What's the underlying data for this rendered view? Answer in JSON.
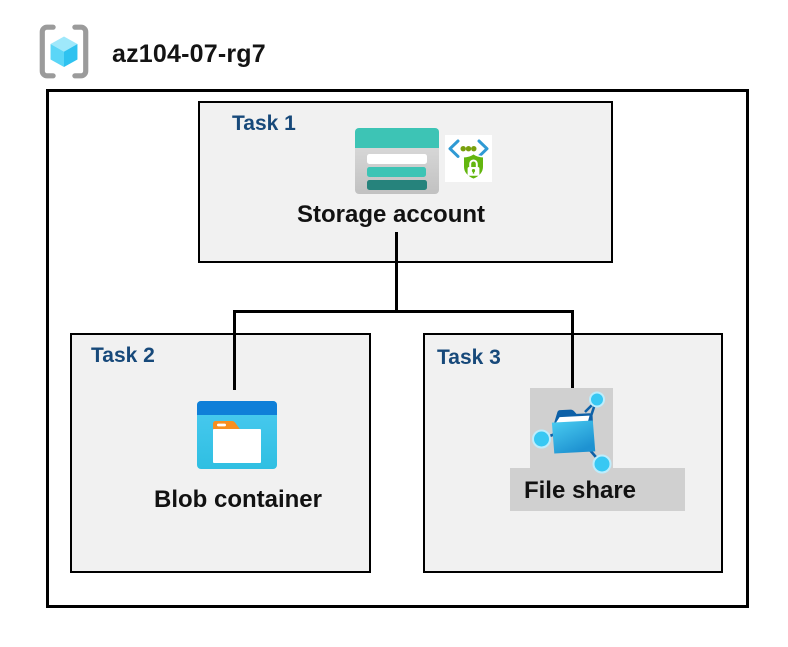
{
  "header": {
    "title": "az104-07-rg7",
    "icon": "azure-resource-group"
  },
  "diagram": {
    "tasks": [
      {
        "label": "Task 1",
        "node_label": "Storage account",
        "icons": [
          "storage-account",
          "shared-access-signature"
        ]
      },
      {
        "label": "Task 2",
        "node_label": "Blob container",
        "icons": [
          "blob-container"
        ]
      },
      {
        "label": "Task 3",
        "node_label": "File share",
        "icons": [
          "file-share"
        ]
      }
    ],
    "connections": [
      {
        "from": "Storage account",
        "to": "Blob container"
      },
      {
        "from": "Storage account",
        "to": "File share"
      }
    ]
  },
  "colors": {
    "task_label": "#17497A",
    "box_fill": "#F1F1F1",
    "border": "#000000",
    "teal": "#3DC4B5",
    "teal_dark": "#26837C",
    "azure_blue": "#0F7FD8",
    "cyan": "#3AC6EF",
    "orange": "#F78F20",
    "green": "#63B60F",
    "bracket_gray": "#9B9B9B",
    "highlight_gray": "#D0D0D0"
  }
}
